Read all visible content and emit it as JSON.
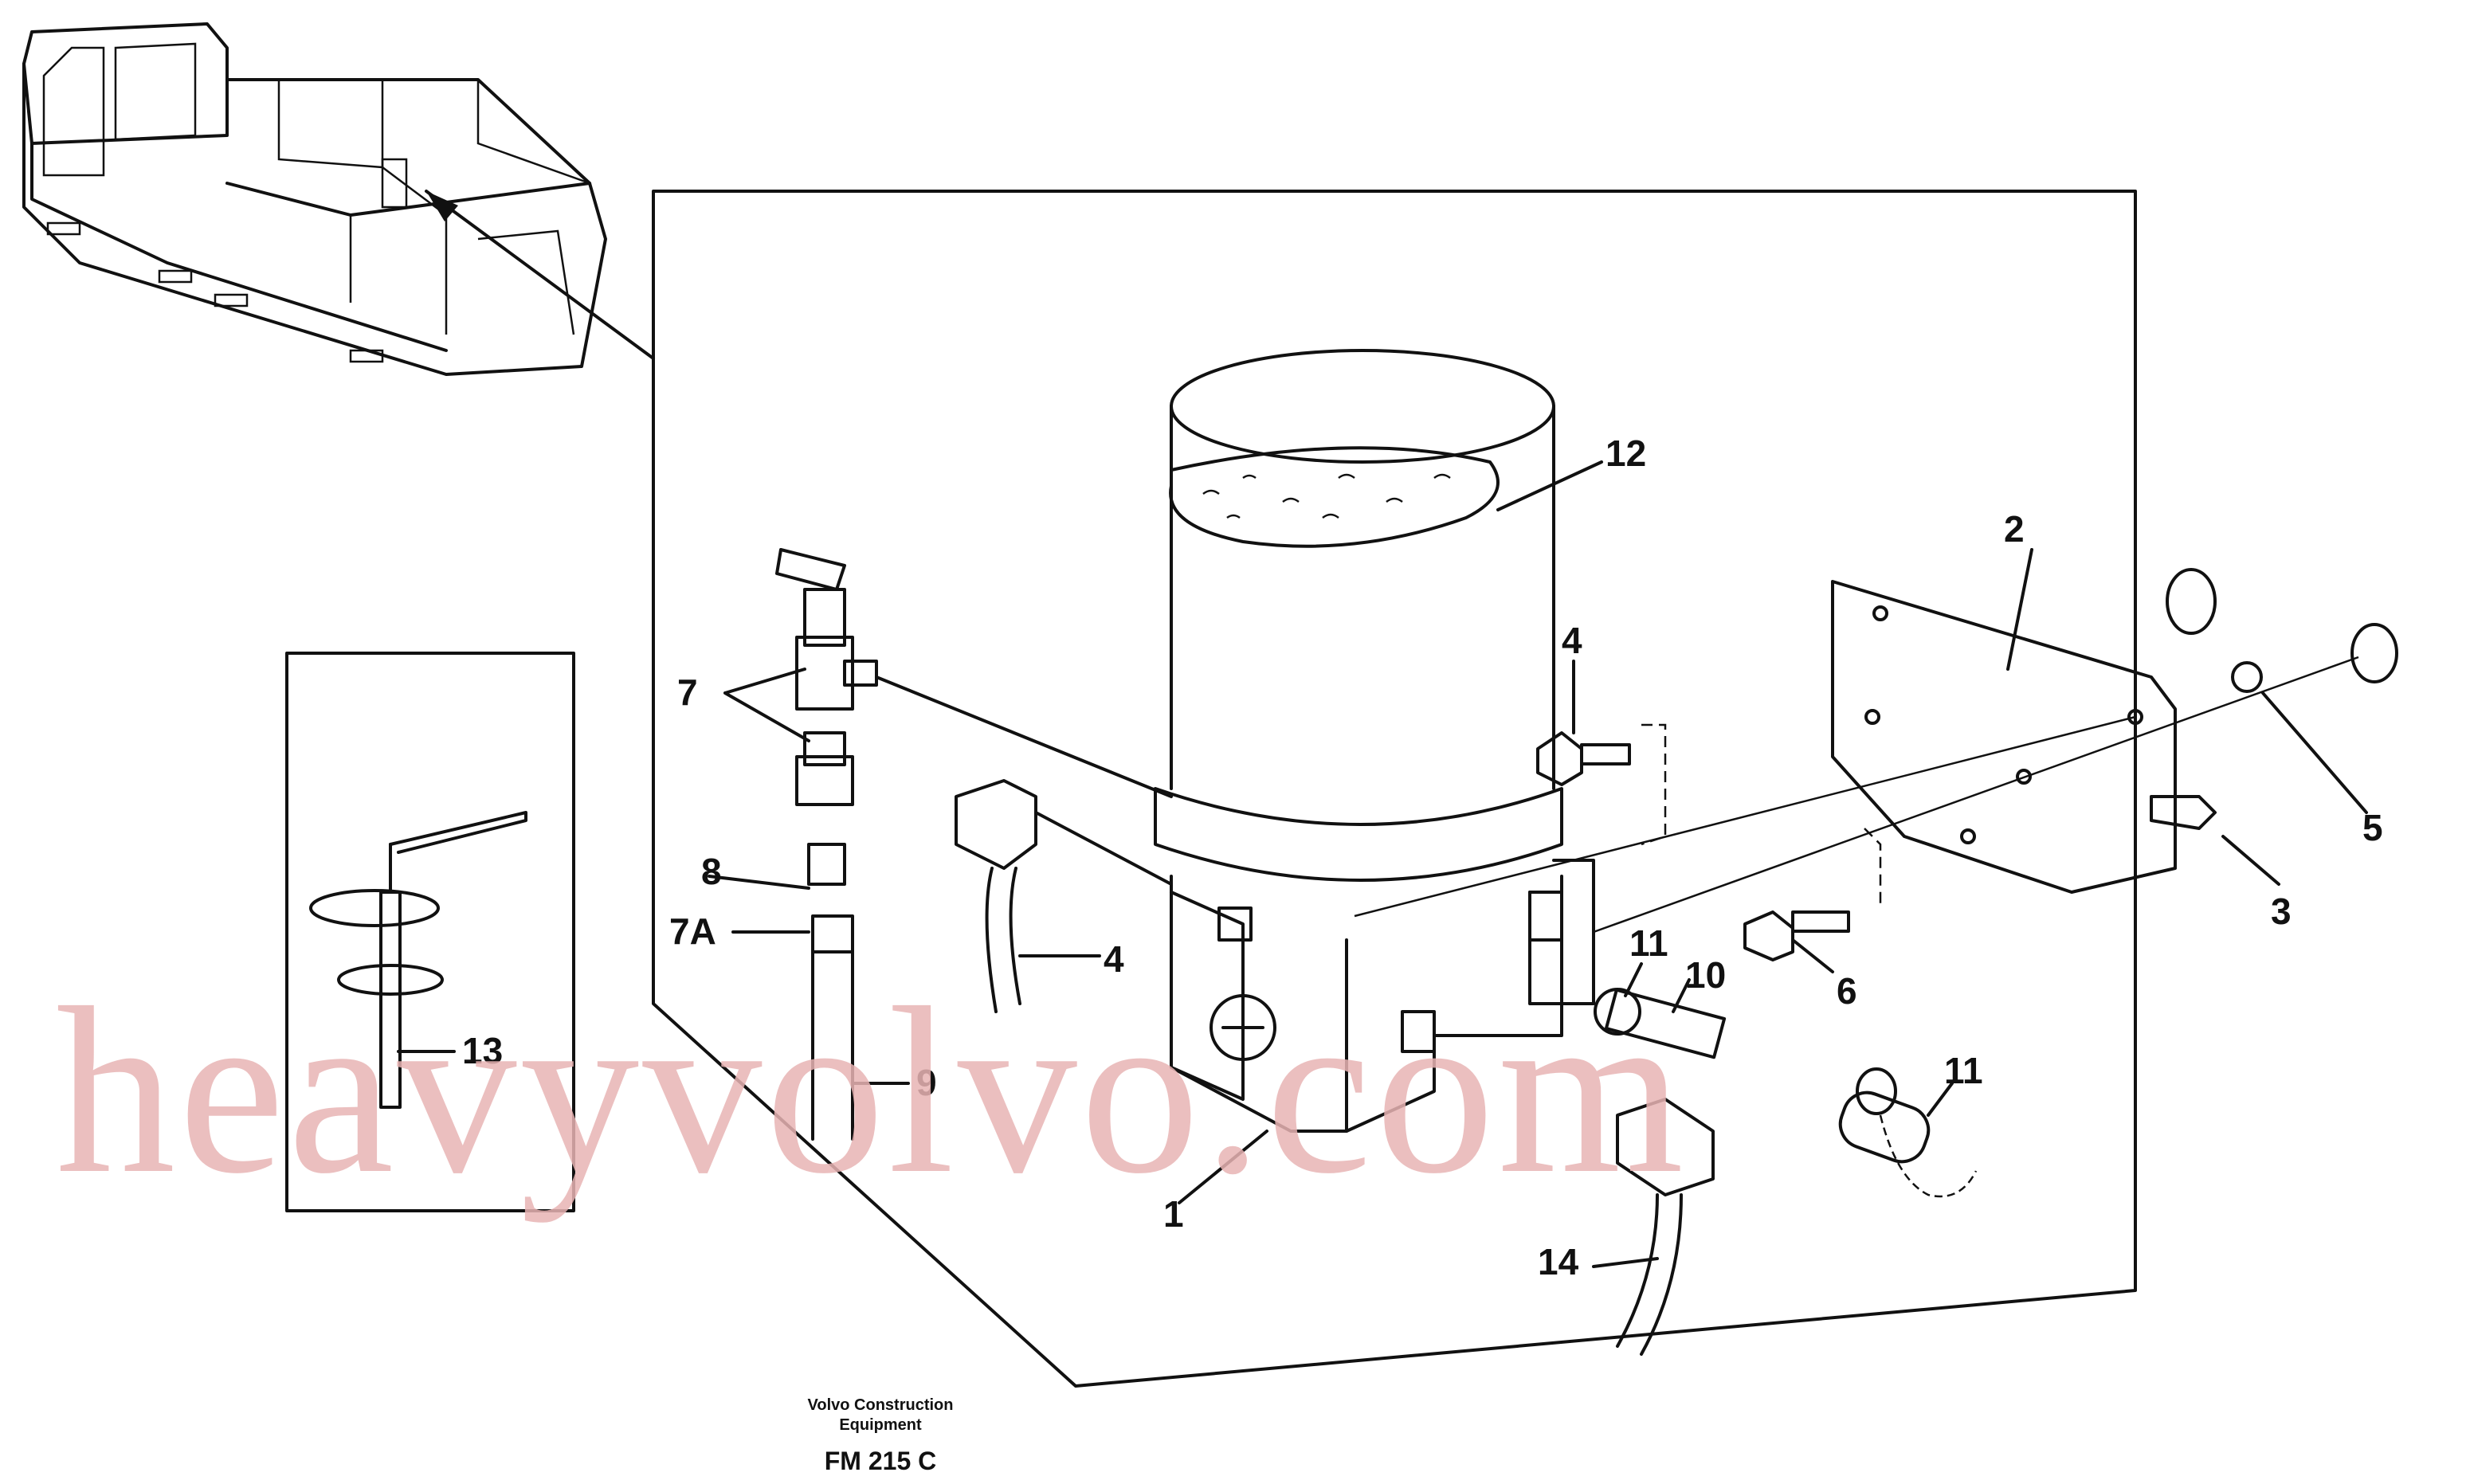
{
  "callouts": {
    "c1": "1",
    "c2": "2",
    "c3": "3",
    "c4a": "4",
    "c4b": "4",
    "c5": "5",
    "c6": "6",
    "c7": "7",
    "c7a": "7A",
    "c8": "8",
    "c9": "9",
    "c10": "10",
    "c11a": "11",
    "c11b": "11",
    "c12": "12",
    "c13": "13",
    "c14": "14"
  },
  "footer": {
    "company_line1": "Volvo Construction",
    "company_line2": "Equipment",
    "figure_code": "FM 215 C"
  },
  "watermark": "heavyvolvo.com"
}
